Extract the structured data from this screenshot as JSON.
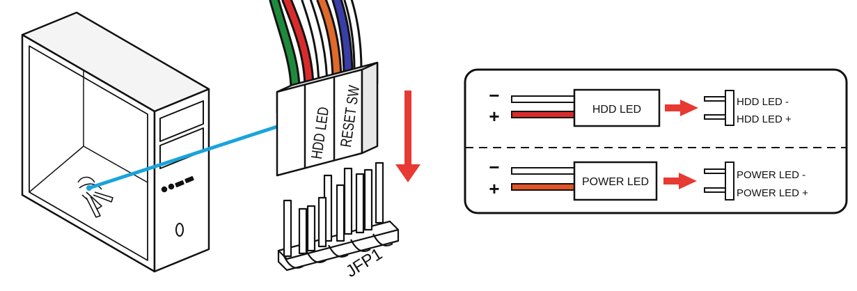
{
  "connector": {
    "label_left": "HDD LED",
    "label_right": "RESET SW",
    "header_label": "JFP1"
  },
  "legend": {
    "rows": [
      {
        "minus_sign": "−",
        "plus_sign": "+",
        "component_label": "HDD LED",
        "pin_minus": "HDD LED -",
        "pin_plus": "HDD LED +",
        "plus_wire_color": "#d92b2b"
      },
      {
        "minus_sign": "−",
        "plus_sign": "+",
        "component_label": "POWER LED",
        "pin_minus": "POWER LED -",
        "pin_plus": "POWER LED +",
        "plus_wire_color": "#e0552a"
      }
    ]
  },
  "colors": {
    "indicator_line": "#1aa3dc",
    "arrow": "#e63a32",
    "wires": [
      "#1e8a3c",
      "#d92b2b",
      "#e06a2a",
      "#3a3ea8"
    ]
  }
}
